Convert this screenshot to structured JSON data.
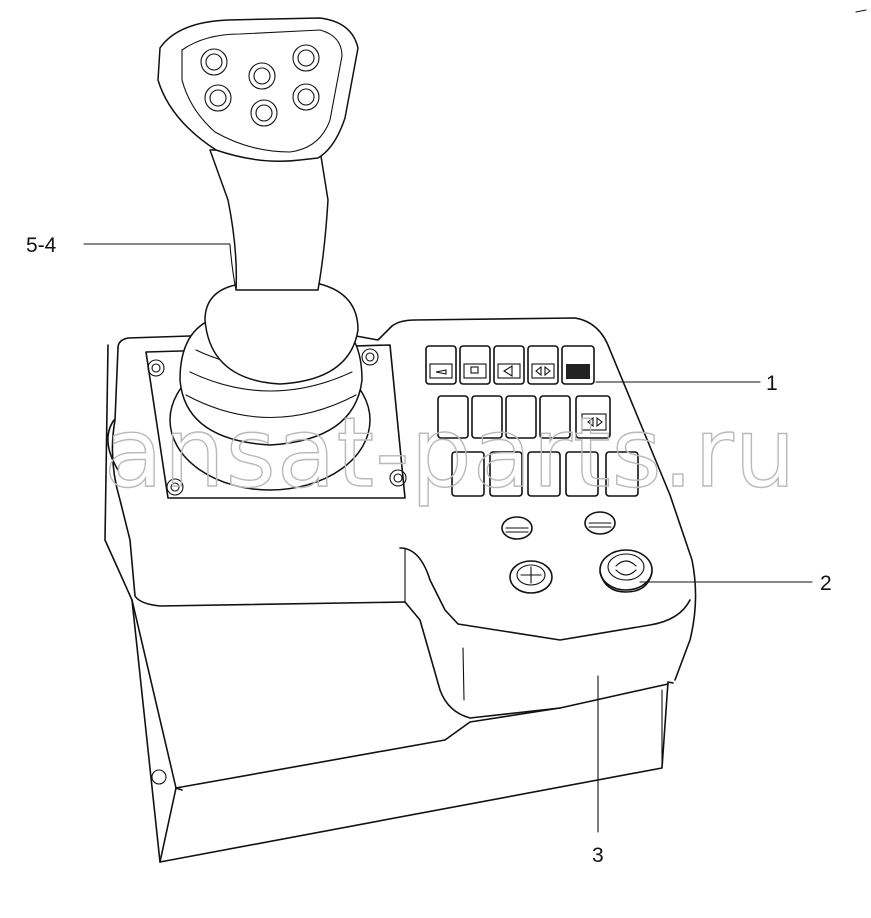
{
  "callouts": {
    "c54": "5-4",
    "c1": "1",
    "c2": "2",
    "c3": "3"
  },
  "watermark": "ansat-parts.ru",
  "colors": {
    "line": "#111111",
    "watermark": "#b9b9b9",
    "background": "#ffffff"
  },
  "icons": [
    "joystick-icon",
    "switch-panel-icon",
    "rotary-switch-icon",
    "emergency-stop-icon"
  ]
}
